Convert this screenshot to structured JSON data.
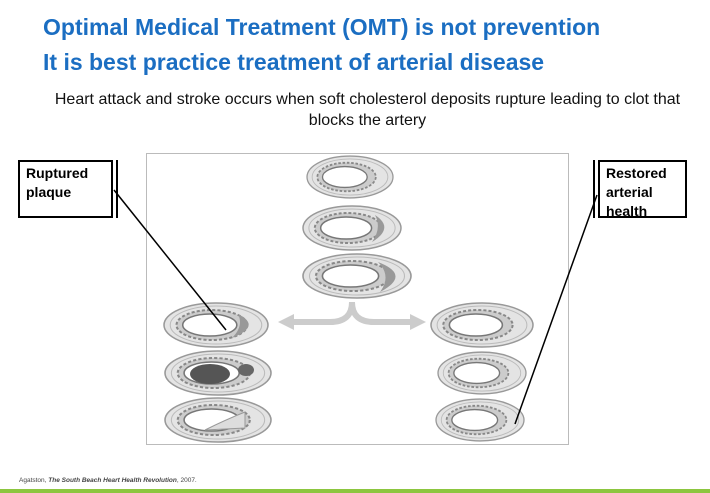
{
  "title_line1": "Optimal Medical Treatment (OMT) is not prevention",
  "title_line2": "It is best practice treatment of arterial disease",
  "subtitle": "Heart attack and stroke occurs when soft cholesterol deposits rupture leading to clot that blocks the artery",
  "label_left": "Ruptured plaque",
  "label_right": "Restored arterial health",
  "citation": {
    "author": "Agatston, ",
    "work": "The South Beach Heart Health Revolution",
    "year": ", 2007."
  },
  "colors": {
    "title": "#1b6ec2",
    "accent_bar": "#8cc63f"
  }
}
